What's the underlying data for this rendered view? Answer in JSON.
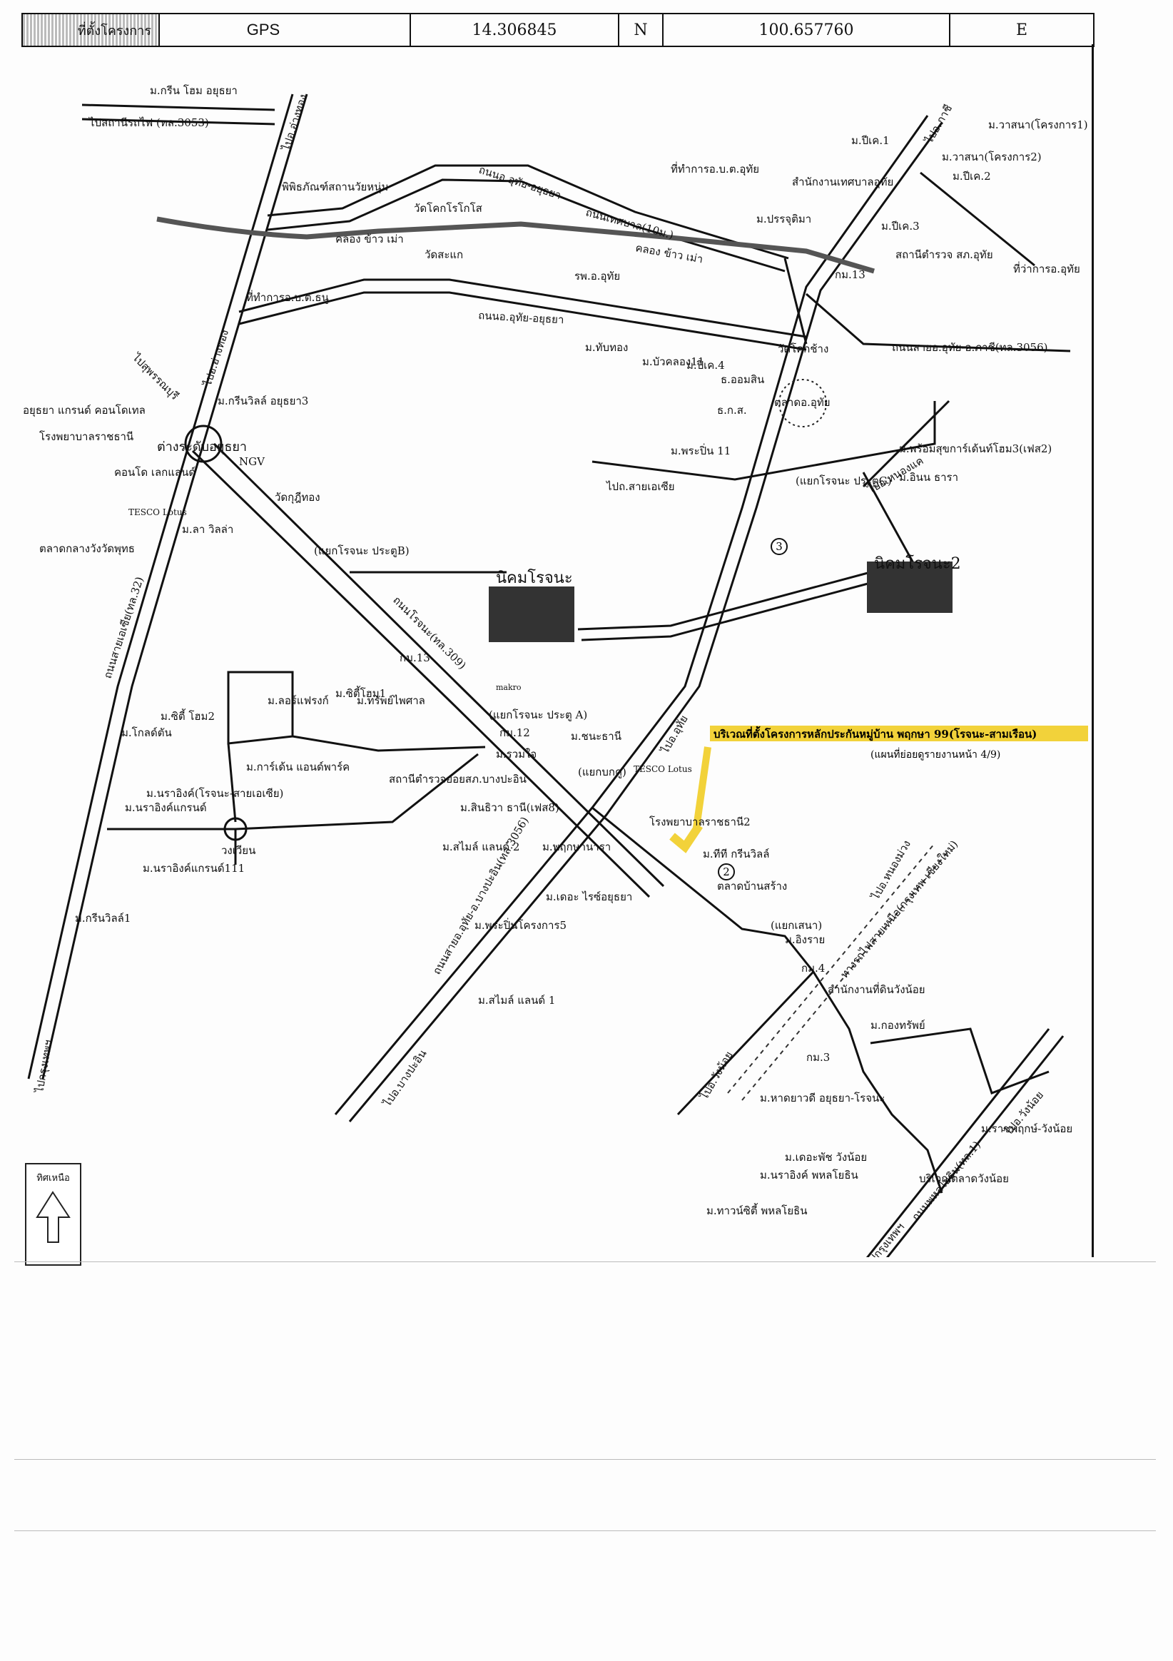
{
  "gps": {
    "left_label": "ที่ตั้งโครงการ",
    "label": "GPS",
    "lat": "14.306845",
    "lat_dir": "N",
    "lon": "100.657760",
    "lon_dir": "E"
  },
  "north_label": "ทิศเหนือ",
  "highlight": {
    "title": "บริเวณที่ตั้งโครงการหลักประกันหมู่บ้าน พฤกษา 99(โรจนะ-สามเรือน)",
    "subtitle": "(แผนที่ย่อยดูรายงานหน้า 4/9)",
    "color": "#f2d23a"
  },
  "roads": {
    "r3053": "ไปสถานีรถไฟ (ทล.3053)",
    "uthai_ayutthaya_top": "ถนนอ.อุทัย-อยุธยา",
    "uthai_ayutthaya_mid": "ถนนอ.อุทัย-อยุธยา",
    "thetsaban": "ถนนเทศบาล(10ม.)",
    "r3056_north": "ถนนสายอ.อุทัย-อ.ภาชี(ทล.3056)",
    "rojana": "ถนนโรจนะ(ทล.309)",
    "r3056_south": "ถนนสายอ.อุทัย-อ.บางปะอิน(ทล.3056)",
    "r32": "ถนนสายเอเซีย(ทล.32)",
    "klong_khao1": "คลอง ข้าว เม่า",
    "klong_khao2": "คลอง ข้าว เม่า",
    "to_phachi": "ไปอ.ภาชี",
    "to_wangnoi": "ไปอ.วังน้อย",
    "to_bangpain": "ไปอ.บางปะอิน",
    "to_bkk": "ไปกรุงเทพฯ",
    "to_angthong1": "ไปอ.อ่างทอง",
    "to_angthong2": "ไปอ.อ่างทอง",
    "to_suphan": "ไปสุพรรณบุรี",
    "to_uthai": "ไปอ.อุทัย",
    "to_nongkhae": "ไปอ.หนองแค",
    "to_asia": "ไปถ.สายเอเซีย",
    "to_nongmamuang": "ไปอ.หนองม่วง",
    "to_bkk2": "ไปกรุงเทพฯ",
    "to_wangnoi2": "ไปอ.วังน้อย",
    "rail": "ทางรถไฟสายเหนือ(กรุงเทพ-เชียงใหม่)",
    "phahon": "ถนนพหลโยธิน(ทล.1)"
  },
  "places": [
    {
      "id": "green_home",
      "t": "ม.กรีน โฮม อยุธยา"
    },
    {
      "id": "wasana1",
      "t": "ม.วาสนา(โครงการ1)"
    },
    {
      "id": "wasana2",
      "t": "ม.วาสนา(โครงการ2)"
    },
    {
      "id": "pk1",
      "t": "ม.ปีเค.1"
    },
    {
      "id": "pk2",
      "t": "ม.ปีเค.2"
    },
    {
      "id": "pk3",
      "t": "ม.ปีเค.3"
    },
    {
      "id": "office_bk",
      "t": "ที่ทำการอ.บ.ต.อุทัย"
    },
    {
      "id": "office_tb",
      "t": "สำนักงานเทศบาลอุทัย"
    },
    {
      "id": "police",
      "t": "สถานีตำรวจ สภ.อุทัย"
    },
    {
      "id": "office_uthai",
      "t": "ที่ว่าการอ.อุทัย"
    },
    {
      "id": "park",
      "t": "ม.ปรรจุติมา"
    },
    {
      "id": "km13",
      "t": "กม.13"
    },
    {
      "id": "hospital",
      "t": "รพ.อ.อุทัย"
    },
    {
      "id": "wat_khok",
      "t": "วัดโคกโรโกโส"
    },
    {
      "id": "wat_sakae",
      "t": "วัดสะแก"
    },
    {
      "id": "wat_khokchang",
      "t": "วัดโคกช้าง"
    },
    {
      "id": "office_otb",
      "t": "ที่ทำการอ.บ.ต.ธนู"
    },
    {
      "id": "museum",
      "t": "พิพิธภัณฑ์สถานวัยหนุ่ม"
    },
    {
      "id": "thaphong",
      "t": "ม.ทับทอง"
    },
    {
      "id": "bua11",
      "t": "ม.บัวคลอง11"
    },
    {
      "id": "pk4",
      "t": "ม.ปีเค.4"
    },
    {
      "id": "gsb",
      "t": "ธ.ออมสิน"
    },
    {
      "id": "baac",
      "t": "ธ.ก.ส."
    },
    {
      "id": "market",
      "t": "ตลาดอ.อุทัย"
    },
    {
      "id": "pruksa11",
      "t": "ม.พระปิ่น 11"
    },
    {
      "id": "sukkan",
      "t": "ม.พร้อมสุขการ์เด้นท์โฮม3(เฟส2)"
    },
    {
      "id": "inthra",
      "t": "ม.อินน ธารา"
    },
    {
      "id": "rojana_g",
      "t": "(แยกโรจนะ ประตูG)"
    },
    {
      "id": "grand",
      "t": "อยุธยา แกรนด์ คอนโดเทล"
    },
    {
      "id": "rajthani",
      "t": "โรงพยาบาลราชธานี"
    },
    {
      "id": "condo",
      "t": "คอนโด เลกแลนด์"
    },
    {
      "id": "greenville3",
      "t": "ม.กรีนวิลล์ อยุธยา3"
    },
    {
      "id": "circle",
      "t": "ต่างระดับอยุธยา"
    },
    {
      "id": "ngg",
      "t": "NGV"
    },
    {
      "id": "wat_kuti",
      "t": "วัดกุฎีทอง"
    },
    {
      "id": "tesco1",
      "t": "TESCO Lotus"
    },
    {
      "id": "lavilla",
      "t": "ม.ลา วิลล่า"
    },
    {
      "id": "talad_klang",
      "t": "ตลาดกลางวังวัดพุทธ"
    },
    {
      "id": "rojana_b",
      "t": "(แยกโรจนะ ประตูB)"
    },
    {
      "id": "estate1",
      "t": "นิคมโรจนะ"
    },
    {
      "id": "estate2",
      "t": "นิคมโรจนะ2"
    },
    {
      "id": "km13b",
      "t": "กม.13"
    },
    {
      "id": "city_home",
      "t": "ม.ซิตี้โฮม1"
    },
    {
      "id": "city_home2",
      "t": "ม.ซิตี้ โฮม2"
    },
    {
      "id": "rooftop",
      "t": "ม.ลอร์แฟรงก์"
    },
    {
      "id": "thawai",
      "t": "ม.ทรัพย์ไพศาล"
    },
    {
      "id": "klong_ton",
      "t": "ม.โกลด์ตัน"
    },
    {
      "id": "makro",
      "t": "makro"
    },
    {
      "id": "rojana_a",
      "t": "(แยกโรจนะ ประตู A)"
    },
    {
      "id": "km12",
      "t": "กม.12"
    },
    {
      "id": "chana",
      "t": "ม.ชนะธานี"
    },
    {
      "id": "ruamjai",
      "t": "ม.รวมใจ"
    },
    {
      "id": "garden_park",
      "t": "ม.การ์เด้น แอนด์พาร์ค"
    },
    {
      "id": "narabee1",
      "t": "ม.นราอิงค์(โรจนะ-สายเอเซีย)"
    },
    {
      "id": "narabee2",
      "t": "ม.นราอิงค์แกรนด์"
    },
    {
      "id": "station_bpi",
      "t": "สถานีตำรวจย่อยสภ.บางปะอิน"
    },
    {
      "id": "sinthani",
      "t": "ม.สินธิวา ธานี(เฟส8)"
    },
    {
      "id": "tesco2",
      "t": "TESCO Lotus"
    },
    {
      "id": "ban_kok",
      "t": "(แยกบกคู)"
    },
    {
      "id": "rajthani2",
      "t": "โรงพยาบาลราชธานี2"
    },
    {
      "id": "tee_green",
      "t": "ม.ทีที กรีนวิลล์"
    },
    {
      "id": "talad_bansang",
      "t": "ตลาดบ้านสร้าง"
    },
    {
      "id": "pruksa_a",
      "t": "ม.พฤกษานารา"
    },
    {
      "id": "smile2",
      "t": "ม.สไมล์ แลนด์ 2"
    },
    {
      "id": "plaza",
      "t": "ม.เดอะ ไรซ์อยุธยา"
    },
    {
      "id": "roundabout",
      "t": "วงเวียน"
    },
    {
      "id": "narabee111",
      "t": "ม.นราอิงค์แกรนด์111"
    },
    {
      "id": "greenville1",
      "t": "ม.กรีนวิลล์1"
    },
    {
      "id": "pruksa_pin",
      "t": "ม.พระปิ่นโครงการ5"
    },
    {
      "id": "smile1",
      "t": "ม.สไมล์ แลนด์ 1"
    },
    {
      "id": "sena",
      "t": "(แยกเสนา)"
    },
    {
      "id": "ingrai",
      "t": "ม.อิงราย"
    },
    {
      "id": "km4",
      "t": "กม.4"
    },
    {
      "id": "office_wangnoi",
      "t": "สำนักงานที่ดินวังน้อย"
    },
    {
      "id": "kongsap",
      "t": "ม.กองทรัพย์"
    },
    {
      "id": "km3",
      "t": "กม.3"
    },
    {
      "id": "hatyai",
      "t": "ม.หาดยาวดี อยุธยา-โรจนะ"
    },
    {
      "id": "rajpruk",
      "t": "ม.ราชพฤกษ์-วังน้อย"
    },
    {
      "id": "thetsaban_wang",
      "t": "ม.เดอะพัช วังน้อย"
    },
    {
      "id": "narabee_phahon",
      "t": "ม.นราอิงค์ พหลโยธิน"
    },
    {
      "id": "wangnoi_market",
      "t": "บริเวณตลาดวังน้อย"
    },
    {
      "id": "pakkret",
      "t": "ม.ทาวน์ซิตี้ พหลโยธิน"
    }
  ],
  "markers": {
    "m2": "2",
    "m3": "3"
  }
}
